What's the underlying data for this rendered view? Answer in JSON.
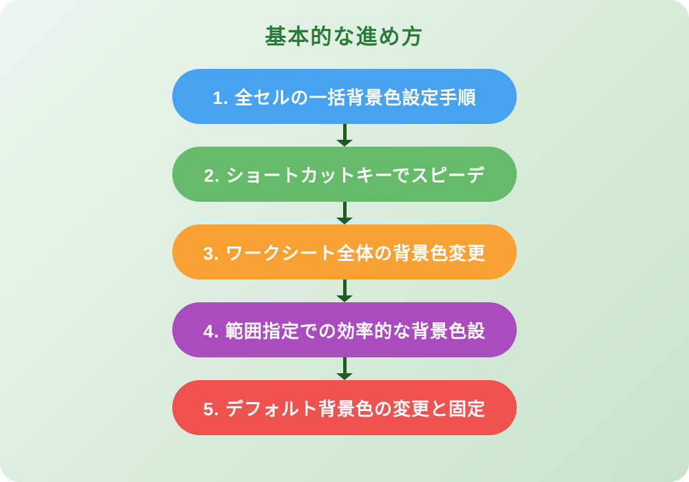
{
  "page": {
    "title": "基本的な進め方"
  },
  "theme": {
    "canvas_gradient_start": "#edf6ef",
    "canvas_gradient_end": "#c7e3cb",
    "title_color": "#2b7a38",
    "arrow_color": "#1e5b26",
    "step_text_color": "#ffffff"
  },
  "flow": {
    "steps": [
      {
        "label": "1. 全セルの一括背景色設定手順",
        "color": "#47a2f1"
      },
      {
        "label": "2. ショートカットキーでスピーデ",
        "color": "#66bb6a"
      },
      {
        "label": "3. ワークシート全体の背景色変更",
        "color": "#f9a234"
      },
      {
        "label": "4. 範囲指定での効率的な背景色設",
        "color": "#ab4bc0"
      },
      {
        "label": "5. デフォルト背景色の変更と固定",
        "color": "#ee5350"
      }
    ]
  }
}
